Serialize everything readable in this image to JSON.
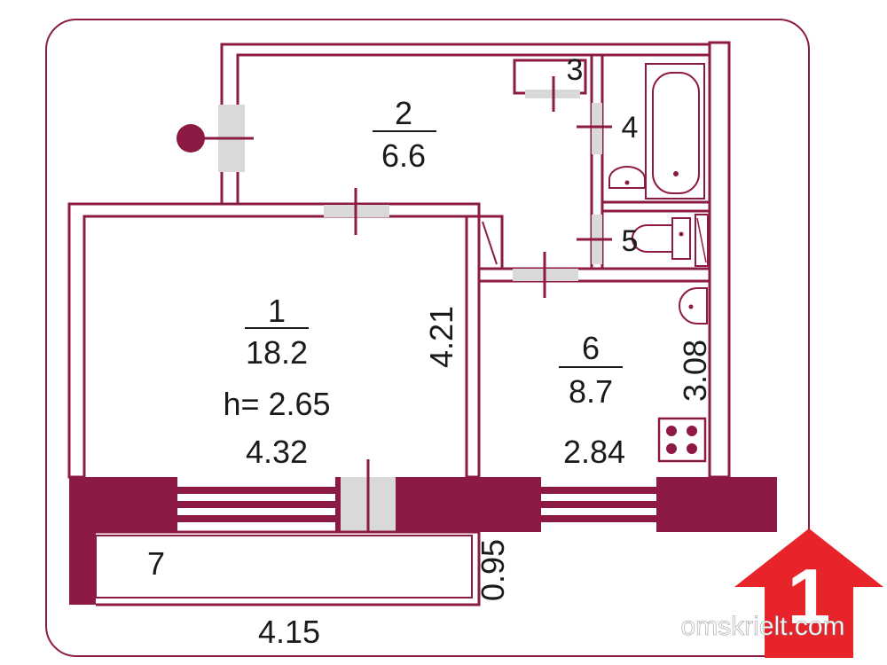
{
  "rooms": [
    {
      "number": "1",
      "area": "18.2"
    },
    {
      "number": "2",
      "area": "6.6"
    },
    {
      "number": "3"
    },
    {
      "number": "4"
    },
    {
      "number": "5"
    },
    {
      "number": "6",
      "area": "8.7"
    },
    {
      "number": "7"
    }
  ],
  "ceiling_height": "h= 2.65",
  "dimensions": {
    "room1_width": "4.32",
    "room1_depth": "4.21",
    "room6_width": "2.84",
    "room6_depth": "3.08",
    "balcony_width": "4.15",
    "balcony_depth": "0.95"
  },
  "brand": {
    "logo_digit": "1",
    "site": "omskrielt.com"
  },
  "colors": {
    "wall": "#8c1a45",
    "door": "#d9d9d9",
    "logo": "#e8242b"
  }
}
